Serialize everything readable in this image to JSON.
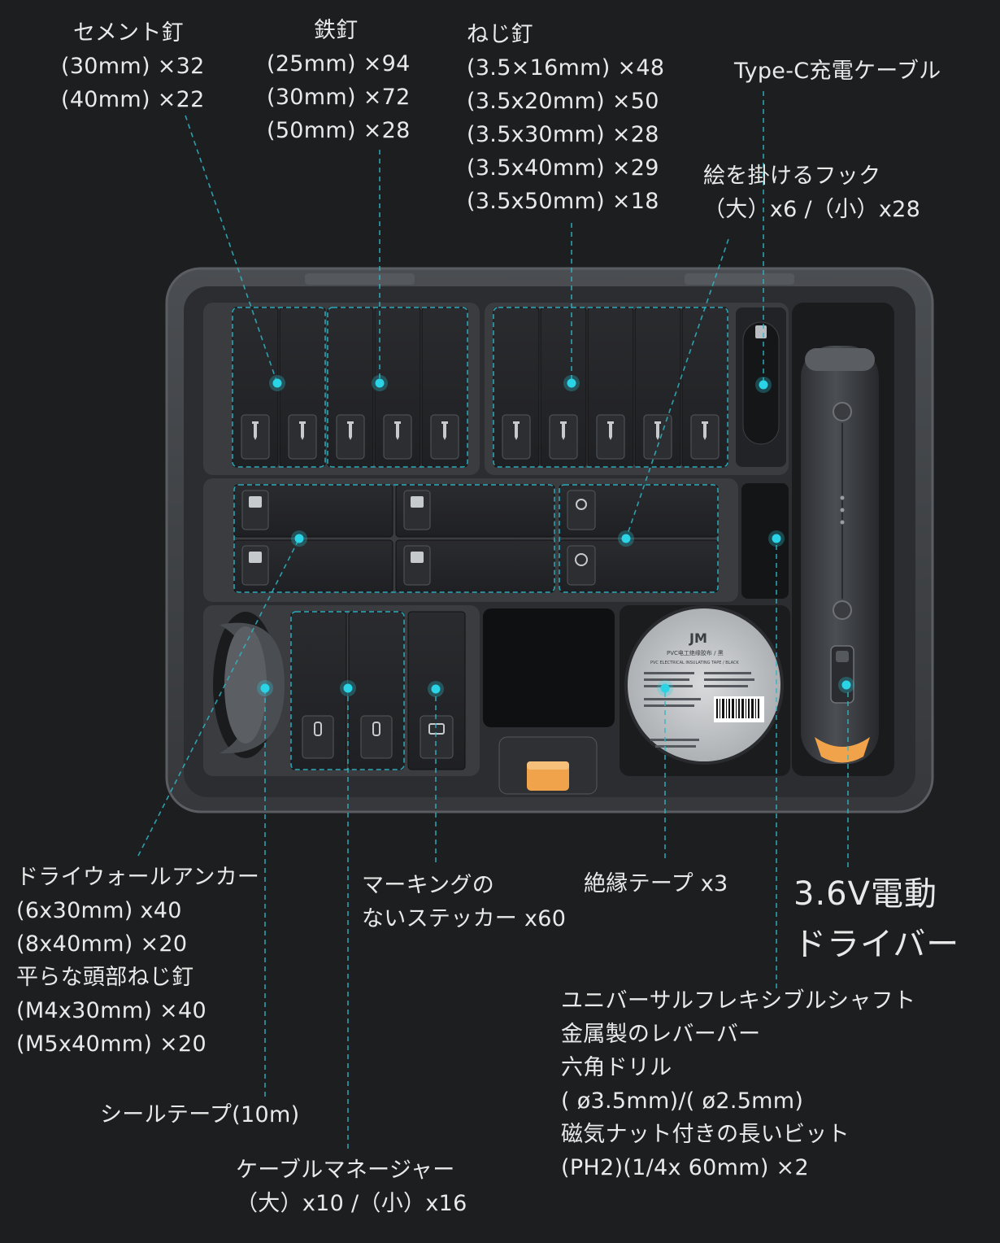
{
  "labels": {
    "cement_nails": {
      "title": "セメント釘",
      "lines": [
        "(30mm) ×32",
        "(40mm) ×22"
      ]
    },
    "iron_nails": {
      "title": "鉄釘",
      "lines": [
        "(25mm) ×94",
        "(30mm) ×72",
        "(50mm) ×28"
      ]
    },
    "screw_nails": {
      "title": "ねじ釘",
      "lines": [
        "(3.5×16mm) ×48",
        "(3.5x20mm) ×50",
        "(3.5x30mm) ×28",
        "(3.5x40mm) ×29",
        "(3.5x50mm) ×18"
      ]
    },
    "type_c_cable": {
      "title": "Type-C充電ケーブル"
    },
    "picture_hooks": {
      "title": "絵を掛けるフック",
      "lines": [
        "（大）x6 /（小）x28"
      ]
    },
    "drywall_anchor": {
      "title": "ドライウォールアンカー",
      "lines": [
        "(6x30mm) x40",
        "(8x40mm) ×20",
        "平らな頭部ねじ釘",
        "(M4x30mm) ×40",
        "(M5x40mm) ×20"
      ]
    },
    "stickers": {
      "lines": [
        "マーキングの",
        "ないステッカー x60"
      ]
    },
    "insulating_tape": {
      "title": "絶縁テープ x3"
    },
    "driver": {
      "lines": [
        "3.6V電動",
        "ドライバー"
      ]
    },
    "flex_shaft": {
      "lines": [
        "ユニバーサルフレキシブルシャフト",
        "金属製のレバーバー",
        "六角ドリル",
        "( ø3.5mm)/( ø2.5mm)",
        "磁気ナット付きの長いビット",
        "(PH2)(1/4x 60mm) ×2"
      ]
    },
    "seal_tape": {
      "title": "シールテープ(10m)"
    },
    "cable_manager": {
      "title": "ケーブルマネージャー",
      "lines": [
        "（大）x10 /（小）x16"
      ]
    }
  },
  "tape_label": {
    "brand": "JM",
    "title": "PVC电工绝缘胶布 / 黑",
    "subtitle": "PVC ELECTRICAL INSULATING TAPE / BLACK"
  },
  "colors": {
    "background": "#1d1e20",
    "accent": "#2ad3e6",
    "tray": "#3b3d40",
    "orange": "#f0a34a"
  },
  "icons": [
    "nail-icon",
    "screw-icon",
    "anchor-icon",
    "hook-icon",
    "cable-clip-icon",
    "sticker-icon"
  ]
}
